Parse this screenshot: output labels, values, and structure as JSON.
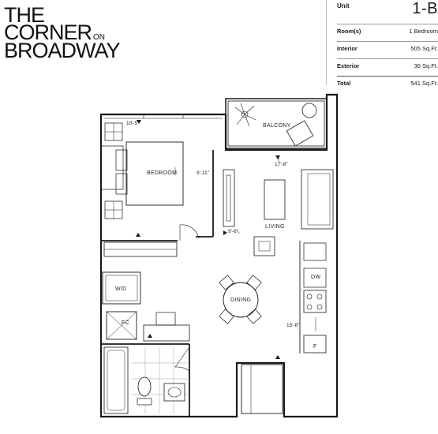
{
  "brand": {
    "line1": "THE",
    "line2": "CORNER",
    "line2_suffix": "ON",
    "line3": "BROADWAY"
  },
  "unit": {
    "label": "Unit",
    "value": "1-B"
  },
  "specs": [
    {
      "key": "Room(s)",
      "value": "1 Bedroom"
    },
    {
      "key": "Interior",
      "value": "505 Sq.Ft."
    },
    {
      "key": "Exterior",
      "value": "36 Sq.Ft."
    },
    {
      "key": "Total",
      "value": "541 Sq.Ft."
    }
  ],
  "plan": {
    "rooms": {
      "balcony": "BALCONY",
      "bedroom": "BEDROOM",
      "living": "LIVING",
      "dining": "DINING",
      "washer_dryer": "W/D",
      "fridge": "F",
      "fridge_freezer": "FC",
      "dishwasher": "DW"
    },
    "dimensions": {
      "bedroom_width": "10'-5\"",
      "bedroom_depth": "9'-11\"",
      "living_depth": "17'-8\"",
      "living_width": "9'-6\"",
      "kitchen_length": "15'-8\""
    }
  },
  "colors": {
    "wall": "#1a1a1a",
    "line": "#333333"
  }
}
